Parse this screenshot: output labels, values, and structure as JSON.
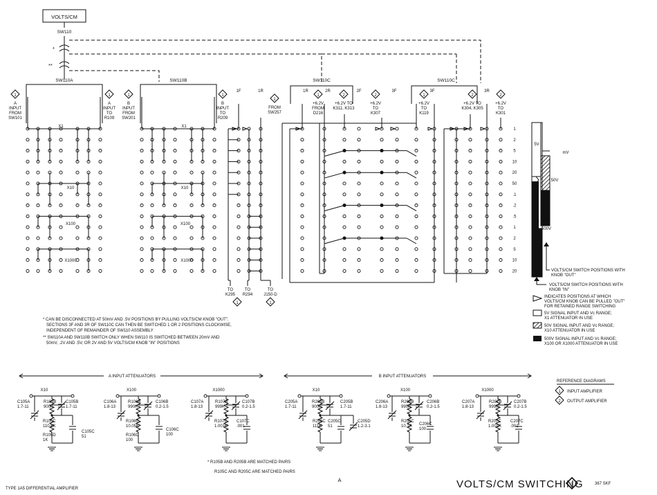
{
  "header": {
    "knob_label": "VOLTS/CM",
    "switch_label": "SW110"
  },
  "wafers": {
    "a": "SW110A",
    "b": "SW110B",
    "c1": "SW110C",
    "c2": "SW110C"
  },
  "markers": {
    "single": "*",
    "double": "**"
  },
  "inputs": {
    "a_from": [
      "INPUT",
      "FROM",
      "SW101"
    ],
    "a_to": [
      "INPUT",
      "TO",
      "R109"
    ],
    "b_from": [
      "INPUT",
      "FROM",
      "SW201"
    ],
    "b_to": [
      "INPUT",
      "TO",
      "R209"
    ],
    "letter_a": "A",
    "letter_b": "B",
    "circle_1": "1",
    "circle_2": "2"
  },
  "c_labels": {
    "one_f": "1F",
    "one_r": "1R",
    "two_r": "2R",
    "two_f": "2F",
    "three_f": "3F",
    "three_r": "3R",
    "from_sw257": [
      "FROM",
      "SW257"
    ],
    "v_d216": [
      "+6.2V",
      "FROM",
      "D216"
    ],
    "v_k311": [
      "+6.2V TO",
      "K311, K313"
    ],
    "v_k307": [
      "+6.2V",
      "TO",
      "K307"
    ],
    "v_k119": [
      "+6.2V",
      "TO",
      "K119"
    ],
    "v_k304": [
      "+6.2V TO",
      "K304, K305"
    ],
    "v_k301": [
      "+6.2V",
      "TO",
      "K301"
    ]
  },
  "bottom_to": {
    "k295": [
      "TO",
      "K295"
    ],
    "r294": [
      "TO",
      "R294"
    ],
    "j150": [
      "TO",
      "J150-D"
    ]
  },
  "attenuator_labels": [
    "X1",
    "X10",
    "X100",
    "X1000"
  ],
  "positions": [
    "1",
    "2",
    "5",
    "10",
    "20",
    "50",
    ".1",
    ".2",
    ".5",
    "1",
    "2",
    "5",
    "10",
    "20"
  ],
  "positions_unit_note": "mV",
  "side_graphic": {
    "a": "5V",
    "b": "mV",
    "c": "50V",
    "d": "500V"
  },
  "notes": {
    "n1": [
      "* CAN BE DISCONNECTED AT 50mV AND .5V POSITIONS BY PULLING VOLTS/CM KNOB \"OUT\".",
      "SECTIONS 3F AND 3R OF SW110C CAN THEN BE SWITCHED 1 OR 2 POSITIONS CLOCKWISE,",
      "INDEPENDENT OF REMAINDER OF SW110 ASSEMBLY"
    ],
    "n2": [
      "** SW110A AND SW110B SWITCH ONLY WHEN SW110 IS SWITCHED BETWEEN 20mV AND",
      "50mV, .2V AND .5V, OR 2V AND 5V VOLTS/CM KNOB \"IN\" POSITIONS"
    ]
  },
  "legend": {
    "out": [
      "VOLTS/CM SWITCH POSITIONS WITH",
      "KNOB \"OUT\""
    ],
    "in": [
      "VOLTS/CM SWITCH POSITIONS WITH",
      "KNOB \"IN\""
    ],
    "arrow": [
      "INDICATES POSITIONS AT WHICH",
      "VOLTS/CM KNOB CAN BE PULLED \"OUT\"",
      "FOR RETAINED RANGE SWITCHING"
    ],
    "white": [
      "5V SIGNAL INPUT AND Vc RANGE;",
      "X1 ATTENUATOR IN USE"
    ],
    "hatched": [
      "50V SIGNAL INPUT AND Vc RANGE;",
      "X10 ATTENUATOR IN USE"
    ],
    "black": [
      "500V SIGNAL INPUT AND Vc RANGE;",
      "X100 OR X1000 ATTENUATOR IN USE"
    ]
  },
  "sections": {
    "a_title": "A INPUT ATTENUATORS",
    "b_title": "B INPUT ATTENUATORS"
  },
  "components_a": {
    "c105a": [
      "C105A",
      "1.7-11"
    ],
    "r105b": [
      "R105B",
      "900K"
    ],
    "c105b": [
      "C105B",
      "1.7-11"
    ],
    "r105c": [
      "R105C",
      "110.6K"
    ],
    "r105d": [
      "R105D",
      "1K"
    ],
    "c105c": [
      "C105C",
      "51"
    ],
    "c106a": [
      "C106A",
      "1.8-13"
    ],
    "r106b": [
      "R106B",
      "990K"
    ],
    "c106b": [
      "C106B",
      "0.2-1.5"
    ],
    "r106c": [
      "R106C",
      "10.05K"
    ],
    "r106d": [
      "R106D",
      "100"
    ],
    "c106c": [
      "C106C",
      "100"
    ],
    "c107a": [
      "C107A",
      "1.8-13"
    ],
    "r107b": [
      "R107B",
      "999K"
    ],
    "c107b": [
      "C107B",
      "0.2-1.5"
    ],
    "r107c": [
      "R107C",
      "1.001K"
    ],
    "c107c": [
      "C107C",
      ".001"
    ]
  },
  "components_b": {
    "c205a": [
      "C205A",
      "1.7-11"
    ],
    "r205b": [
      "R205B",
      "900K"
    ],
    "c205b": [
      "C205B",
      "1.7-11"
    ],
    "r205c": [
      "R205C",
      "111K"
    ],
    "c205c": [
      "C205C",
      "51"
    ],
    "c205d": [
      "C205D",
      "1.2-3.1"
    ],
    "c206a": [
      "C206A",
      "1.8-13"
    ],
    "r206b": [
      "R206B",
      "990K"
    ],
    "c206b": [
      "C206B",
      "0.2-1.5"
    ],
    "r206c": [
      "R206C",
      "10.1K"
    ],
    "c206c": [
      "C206C",
      "100"
    ],
    "c207a": [
      "C207A",
      "1.8-13"
    ],
    "r207b": [
      "R207B",
      "999K"
    ],
    "c207b": [
      "C207B",
      "0.2-1.5"
    ],
    "r207c": [
      "R207C",
      "1.001K"
    ],
    "c207c": [
      "C207C",
      ".001"
    ]
  },
  "reference": {
    "title": "REFERENCE DIAGRAMS",
    "item1": "INPUT AMPLIFIER",
    "item2": "OUTPUT AMPLIFIER"
  },
  "matched": [
    "* R105B AND R205B ARE MATCHED PAIRS",
    "R105C AND R205C ARE MATCHED PAIRS"
  ],
  "footer": {
    "left": "TYPE 1A5 DIFFERENTIAL AMPLIFIER",
    "center": "A",
    "title": "VOLTS/CM SWITCHING",
    "number": "3",
    "code": "367 SKF"
  }
}
